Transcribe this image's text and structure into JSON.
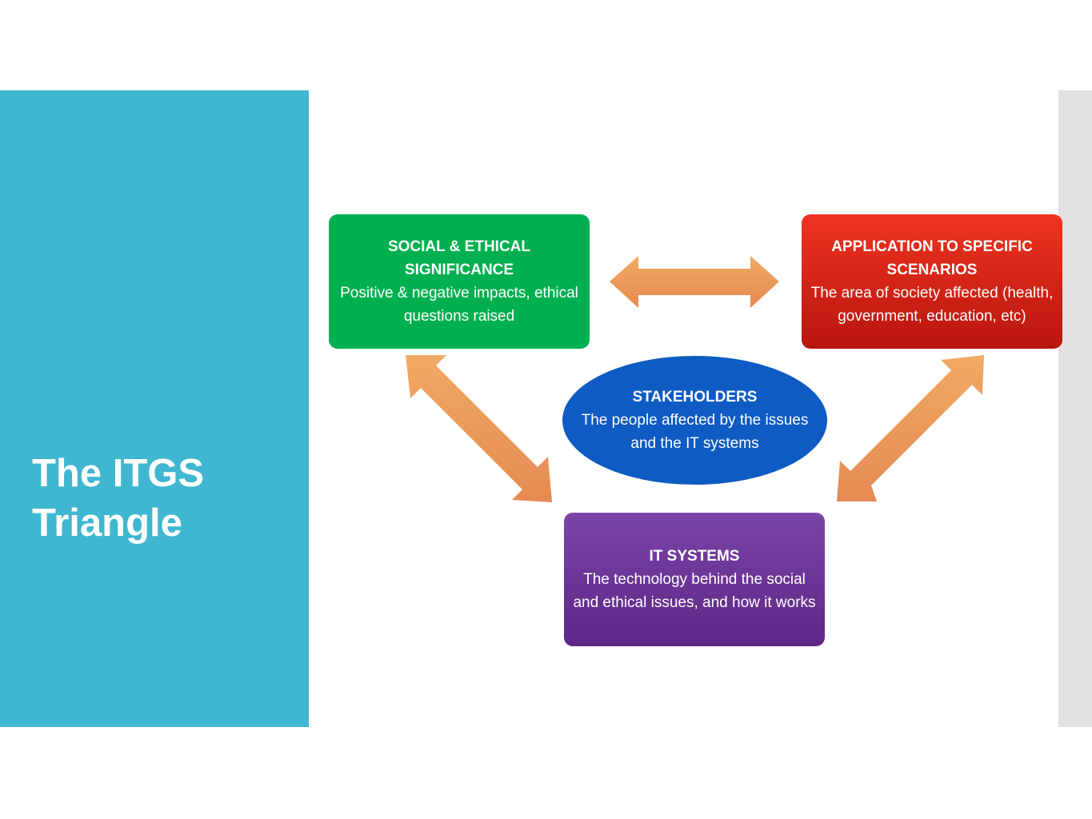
{
  "title": "The ITGS Triangle",
  "colors": {
    "sidebar": "#40b7d1",
    "social_box": "#00b050",
    "application_box": "#d42414",
    "it_systems_box": "#6a339a",
    "stakeholders_ellipse": "#0e5bc3",
    "arrow": "#eb9a58"
  },
  "boxes": {
    "social": {
      "heading": "SOCIAL & ETHICAL SIGNIFICANCE",
      "text": "Positive & negative impacts, ethical questions raised"
    },
    "application": {
      "heading": "APPLICATION TO SPECIFIC SCENARIOS",
      "text": "The area of society affected (health, government, education, etc)"
    },
    "it_systems": {
      "heading": "IT SYSTEMS",
      "text": "The technology behind the social and ethical issues, and how it works"
    },
    "stakeholders": {
      "heading": "STAKEHOLDERS",
      "text": "The people affected by the issues and the IT systems"
    }
  }
}
